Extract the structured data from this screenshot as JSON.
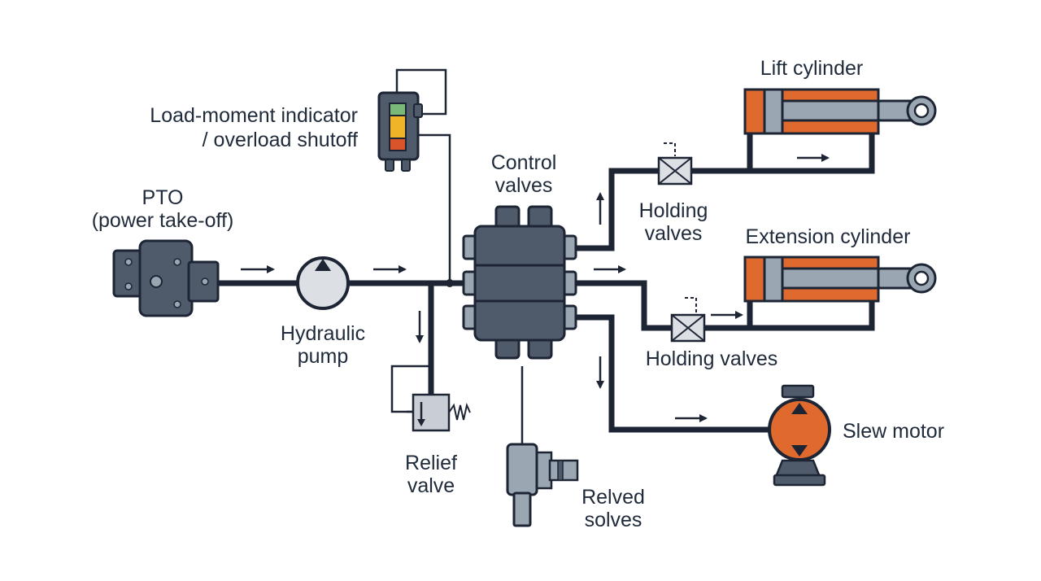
{
  "labels": {
    "pto_line1": "PTO",
    "pto_line2": "(power take-off)",
    "pump_line1": "Hydraulic",
    "pump_line2": "pump",
    "lmi_line1": "Load-moment indicator",
    "lmi_line2": "/ overload shutoff",
    "control_line1": "Control",
    "control_line2": "valves",
    "holding_top_line1": "Holding",
    "holding_top_line2": "valves",
    "holding_bottom": "Holding valves",
    "lift_cylinder": "Lift cylinder",
    "extension_cylinder": "Extension cylinder",
    "slew_motor": "Slew motor",
    "relief_line1": "Relief",
    "relief_line2": "valve",
    "relved_line1": "Relved",
    "relved_line2": "solves"
  },
  "colors": {
    "pipe": "#1d2535",
    "component_dark": "#4f5b6b",
    "component_light": "#9aa7b3",
    "accent_orange": "#e06a2e",
    "indicator_green": "#7ab87a",
    "indicator_yellow": "#f0b429",
    "indicator_red": "#d9542b"
  }
}
